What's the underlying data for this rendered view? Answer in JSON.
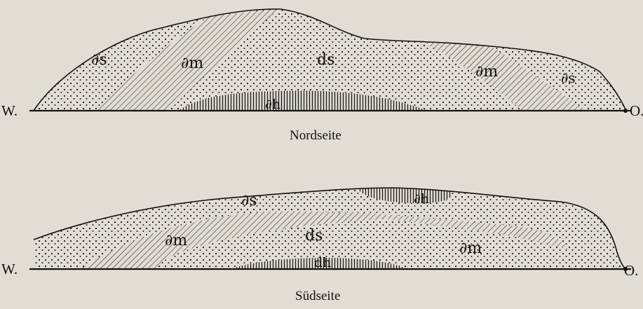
{
  "profiles": [
    {
      "caption": "Nordseite",
      "west_label": "W.",
      "east_label": "O.",
      "layers": [
        {
          "label": "∂s",
          "pattern": "dots"
        },
        {
          "label": "∂m",
          "pattern": "hatch"
        },
        {
          "label": "ds",
          "pattern": "dots"
        },
        {
          "label": "∂h",
          "pattern": "vertical"
        },
        {
          "label": "∂m",
          "pattern": "hatch"
        },
        {
          "label": "∂s",
          "pattern": "dots"
        }
      ]
    },
    {
      "caption": "Südseite",
      "west_label": "W.",
      "east_label": "O.",
      "layers": [
        {
          "label": "∂s",
          "pattern": "dots"
        },
        {
          "label": "∂h",
          "pattern": "vertical"
        },
        {
          "label": "∂m",
          "pattern": "hatch"
        },
        {
          "label": "ds",
          "pattern": "dots"
        },
        {
          "label": "dh",
          "pattern": "vertical"
        },
        {
          "label": "∂m",
          "pattern": "hatch"
        }
      ]
    }
  ]
}
